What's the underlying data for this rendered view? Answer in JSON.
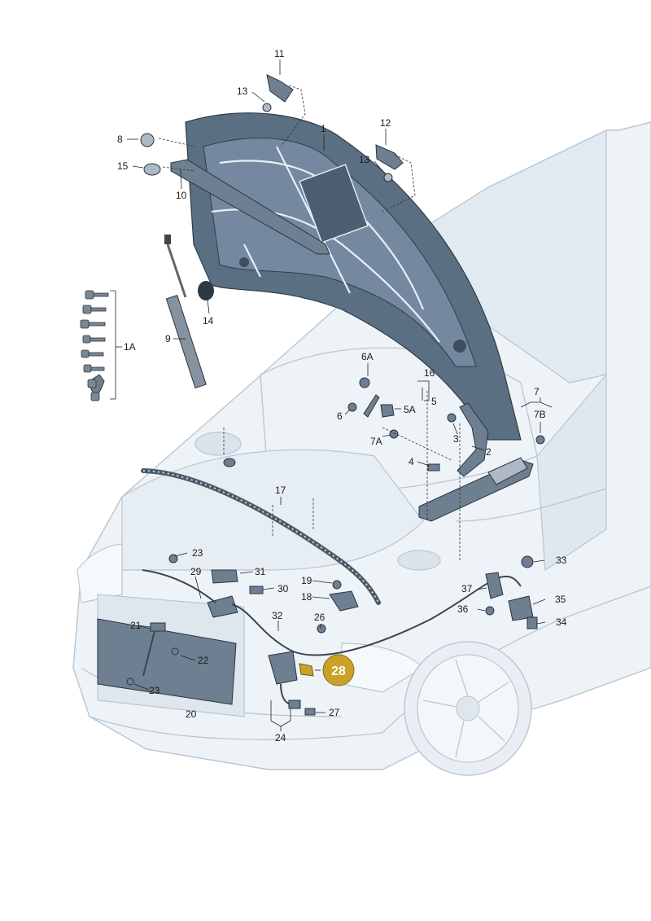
{
  "callouts": {
    "c1": "1",
    "c1A": "1A",
    "c2": "2",
    "c3": "3",
    "c4": "4",
    "c5": "5",
    "c5A": "5A",
    "c6": "6",
    "c6A": "6A",
    "c7": "7",
    "c7A": "7A",
    "c7B": "7B",
    "c8": "8",
    "c9": "9",
    "c10": "10",
    "c11": "11",
    "c12": "12",
    "c13a": "13",
    "c13b": "13",
    "c14": "14",
    "c15": "15",
    "c16": "16",
    "c17": "17",
    "c18": "18",
    "c19": "19",
    "c20": "20",
    "c21": "21",
    "c22": "22",
    "c23a": "23",
    "c23b": "23",
    "c24": "24",
    "c26": "26",
    "c27": "27",
    "c28": "28",
    "c29": "29",
    "c30": "30",
    "c31": "31",
    "c32": "32",
    "c33": "33",
    "c34": "34",
    "c35": "35",
    "c36": "36",
    "c37": "37"
  },
  "colors": {
    "highlight": "#c9a227",
    "hood": "#5b6f82",
    "car_body": "#eef3f7"
  }
}
